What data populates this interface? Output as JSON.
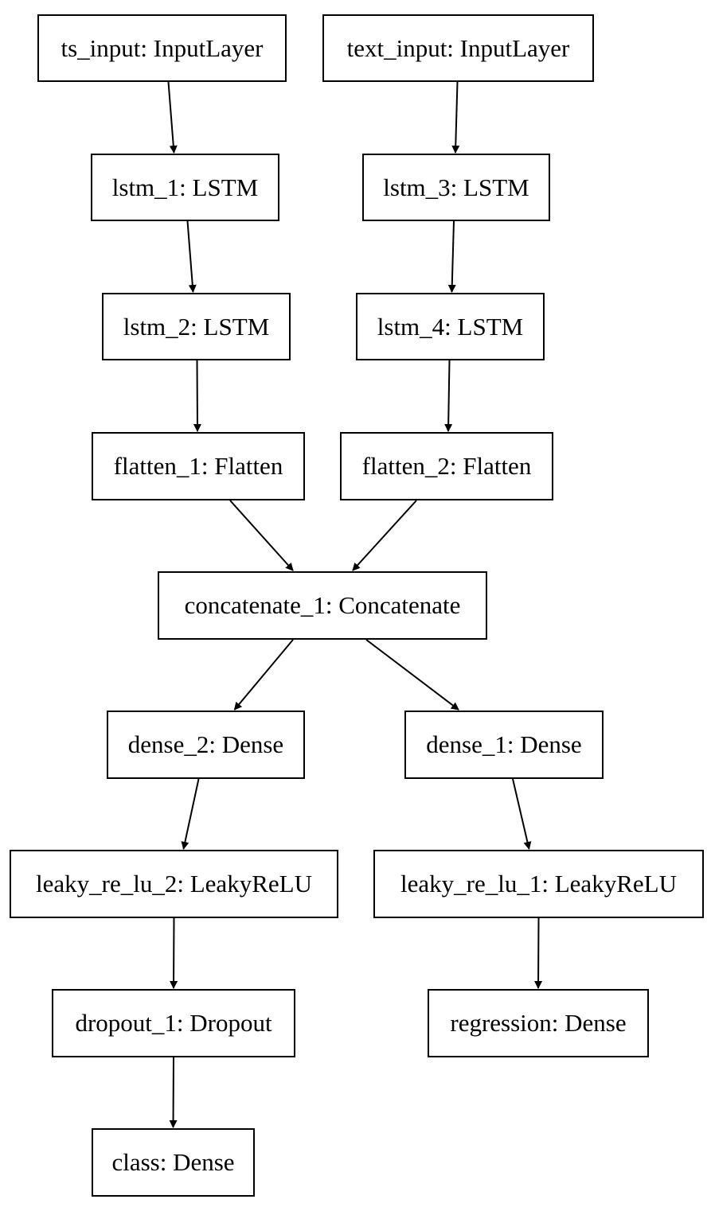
{
  "nodes": {
    "ts_input": "ts_input: InputLayer",
    "text_input": "text_input: InputLayer",
    "lstm_1": "lstm_1: LSTM",
    "lstm_3": "lstm_3: LSTM",
    "lstm_2": "lstm_2: LSTM",
    "lstm_4": "lstm_4: LSTM",
    "flatten_1": "flatten_1: Flatten",
    "flatten_2": "flatten_2: Flatten",
    "concatenate_1": "concatenate_1: Concatenate",
    "dense_2": "dense_2: Dense",
    "dense_1": "dense_1: Dense",
    "leaky_re_lu_2": "leaky_re_lu_2: LeakyReLU",
    "leaky_re_lu_1": "leaky_re_lu_1: LeakyReLU",
    "dropout_1": "dropout_1: Dropout",
    "regression": "regression: Dense",
    "class": "class: Dense"
  },
  "edges": [
    [
      "ts_input",
      "lstm_1"
    ],
    [
      "text_input",
      "lstm_3"
    ],
    [
      "lstm_1",
      "lstm_2"
    ],
    [
      "lstm_3",
      "lstm_4"
    ],
    [
      "lstm_2",
      "flatten_1"
    ],
    [
      "lstm_4",
      "flatten_2"
    ],
    [
      "flatten_1",
      "concatenate_1"
    ],
    [
      "flatten_2",
      "concatenate_1"
    ],
    [
      "concatenate_1",
      "dense_2"
    ],
    [
      "concatenate_1",
      "dense_1"
    ],
    [
      "dense_2",
      "leaky_re_lu_2"
    ],
    [
      "dense_1",
      "leaky_re_lu_1"
    ],
    [
      "leaky_re_lu_2",
      "dropout_1"
    ],
    [
      "leaky_re_lu_1",
      "regression"
    ],
    [
      "dropout_1",
      "class"
    ]
  ],
  "colors": {
    "stroke": "#000000",
    "background": "#ffffff"
  }
}
